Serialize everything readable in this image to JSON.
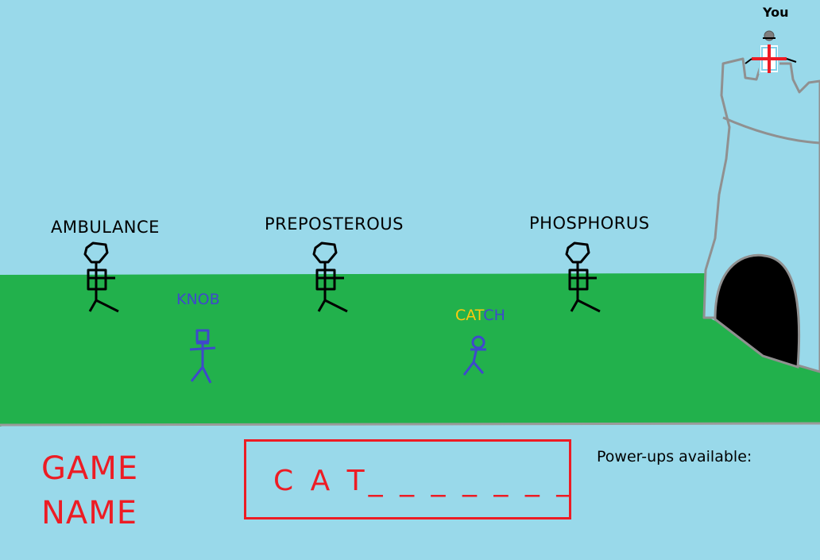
{
  "scene": {
    "colors": {
      "sky": "#99d9ea",
      "grass": "#22b14c",
      "tower": "#c3c3c3",
      "enemy": "#000000",
      "minion": "#3f48cc",
      "typed_letters": "#ffc90e",
      "hud_red": "#ed1c24"
    },
    "enemies": [
      {
        "word": "AMBULANCE"
      },
      {
        "word": "PREPOSTEROUS"
      },
      {
        "word": "PHOSPHORUS"
      }
    ],
    "minions": [
      {
        "typed": "",
        "remaining": "KNOB"
      },
      {
        "typed": "CAT",
        "remaining": "CH"
      }
    ],
    "player": {
      "label": "You",
      "icon": "knight-icon"
    },
    "tower": {
      "icon": "castle-tower-icon"
    }
  },
  "hud": {
    "title_line1": "GAME",
    "title_line2": "NAME",
    "word_progress": "C A T_ _ _ _ _ _ _",
    "powerups_label": "Power-ups available:"
  }
}
